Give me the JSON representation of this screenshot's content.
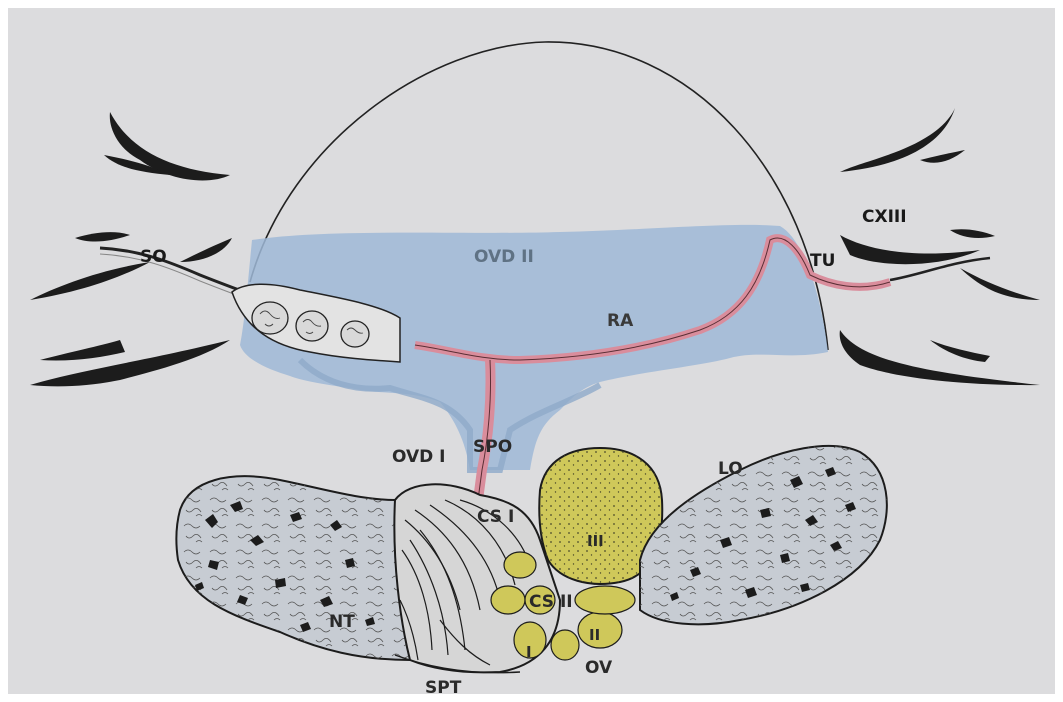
{
  "labels": {
    "so": "SO",
    "ovd2": "OVD II",
    "cx3": "CXIII",
    "tu": "TU",
    "ra": "RA",
    "ovd1": "OVD I",
    "spo": "SPO",
    "lo": "LO",
    "cs1": "CS I",
    "cs2": "CS II",
    "roman3": "III",
    "nt": "NT",
    "roman2": "II",
    "roman1": "I",
    "ov": "OV",
    "spt": "SPT"
  },
  "colors": {
    "paper": "#dcdcde",
    "blue": "#9fb9d7",
    "pink": "#d98d9c",
    "yellow": "#cfc85a",
    "lobe": "#c7ccd3",
    "ink": "#1c1c1c"
  }
}
